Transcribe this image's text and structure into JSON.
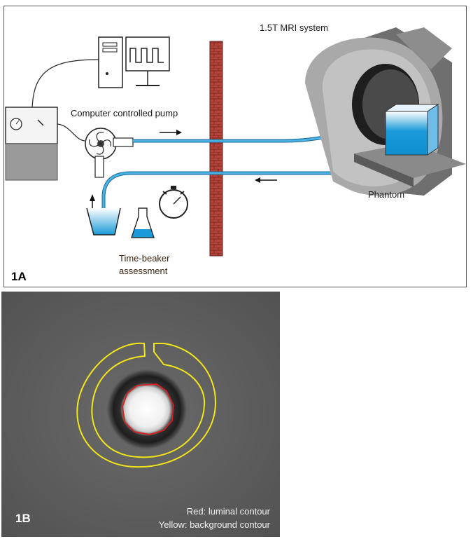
{
  "panel_a": {
    "id_label": "1A",
    "labels": {
      "mri_system": "1.5T MRI system",
      "pump": "Computer controlled pump",
      "phantom": "Phantom",
      "beaker_line1": "Time-beaker",
      "beaker_line2": "assessment"
    }
  },
  "panel_b": {
    "id_label": "1B",
    "legend_red": "Red: luminal contour",
    "legend_yellow": "Yellow: background contour"
  },
  "colors": {
    "tube": "#4ab3e6",
    "water": "#1a9ad8",
    "wall": "#b5433a",
    "scanner": "#a6a6a6",
    "red_contour": "#e02020",
    "yellow_contour": "#f2e61a"
  }
}
